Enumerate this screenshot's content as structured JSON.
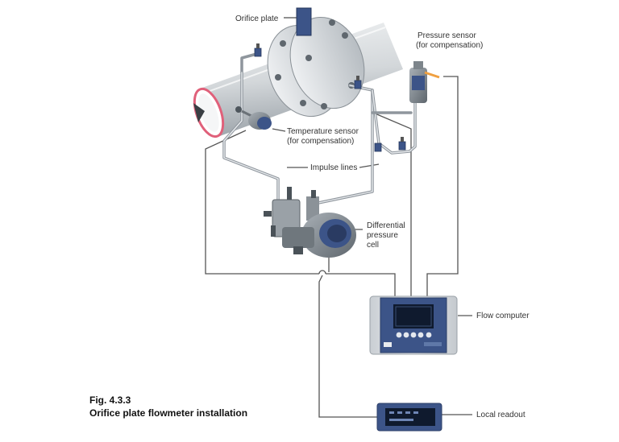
{
  "labels": {
    "orifice_plate": "Orifice plate",
    "pressure_sensor_line1": "Pressure sensor",
    "pressure_sensor_line2": "(for compensation)",
    "temperature_sensor_line1": "Temperature sensor",
    "temperature_sensor_line2": "(for compensation)",
    "impulse_lines": "Impulse lines",
    "dp_cell_line1": "Differential",
    "dp_cell_line2": "pressure",
    "dp_cell_line3": "cell",
    "flow_computer": "Flow computer",
    "local_readout": "Local readout"
  },
  "figure": {
    "number": "Fig. 4.3.3",
    "title": "Orifice plate flowmeter installation"
  },
  "colors": {
    "pipe": "#d8dcdf",
    "device_blue": "#3c5488",
    "lcd": "#0f1a2e",
    "pipe_inner": "#e0607a",
    "sensor_tip": "#f0a040"
  }
}
